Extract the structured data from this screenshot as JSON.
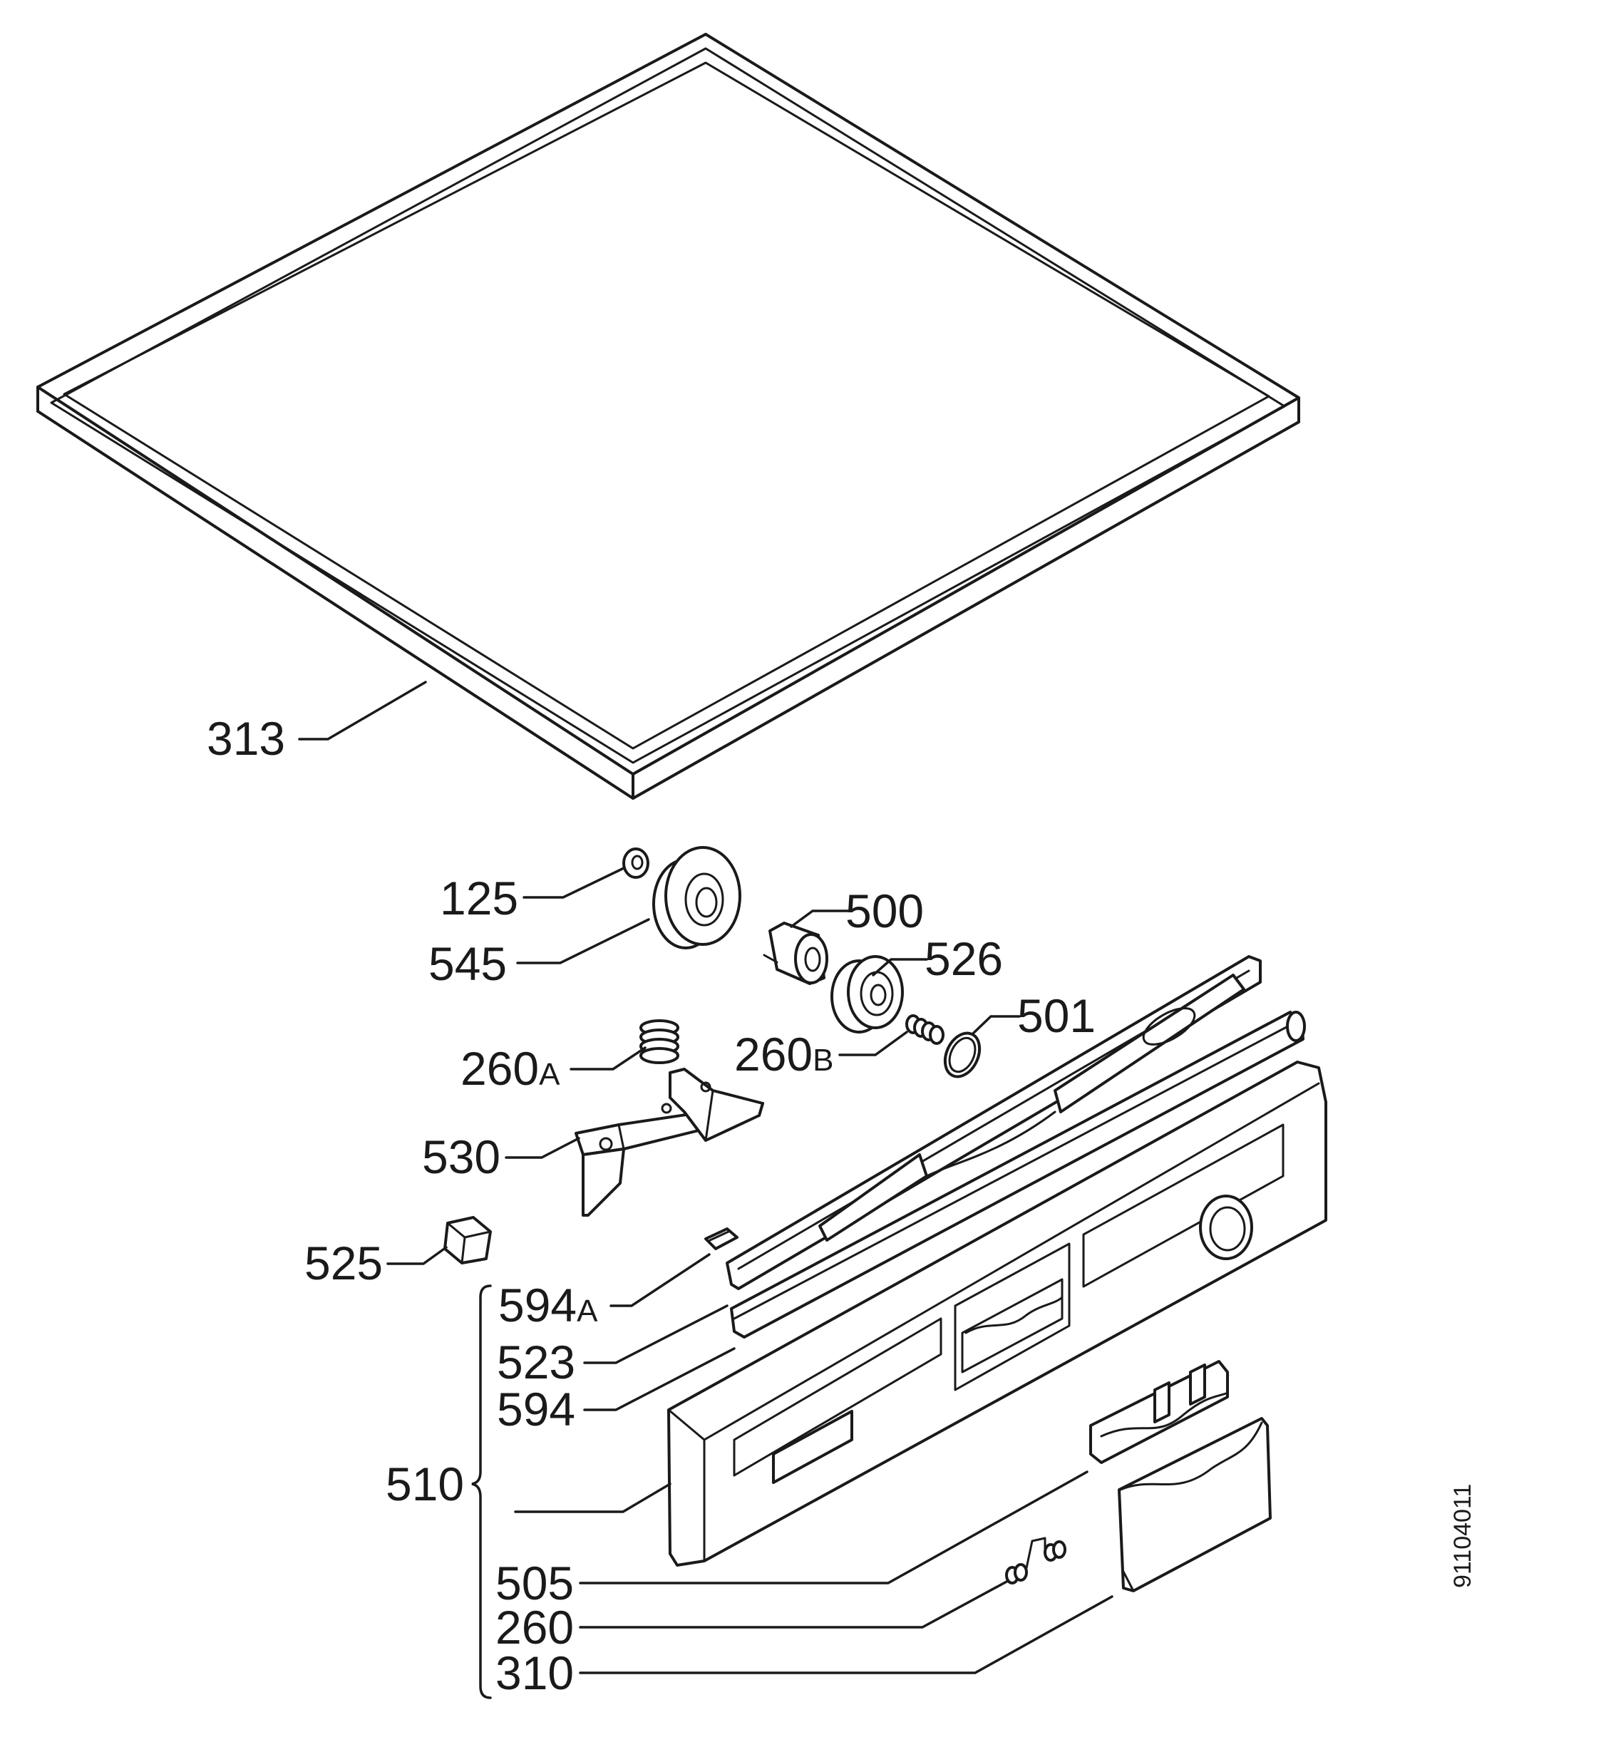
{
  "labels": {
    "l313": {
      "num": "313",
      "suffix": ""
    },
    "l125": {
      "num": "125",
      "suffix": ""
    },
    "l545": {
      "num": "545",
      "suffix": ""
    },
    "l500": {
      "num": "500",
      "suffix": ""
    },
    "l526": {
      "num": "526",
      "suffix": ""
    },
    "l501": {
      "num": "501",
      "suffix": ""
    },
    "l260A": {
      "num": "260",
      "suffix": "A"
    },
    "l260B": {
      "num": "260",
      "suffix": "B"
    },
    "l530": {
      "num": "530",
      "suffix": ""
    },
    "l525": {
      "num": "525",
      "suffix": ""
    },
    "l594A": {
      "num": "594",
      "suffix": "A"
    },
    "l523": {
      "num": "523",
      "suffix": ""
    },
    "l594": {
      "num": "594",
      "suffix": ""
    },
    "l510": {
      "num": "510",
      "suffix": ""
    },
    "l505": {
      "num": "505",
      "suffix": ""
    },
    "l260": {
      "num": "260",
      "suffix": ""
    },
    "l310": {
      "num": "310",
      "suffix": ""
    }
  },
  "document_number": "91104011"
}
